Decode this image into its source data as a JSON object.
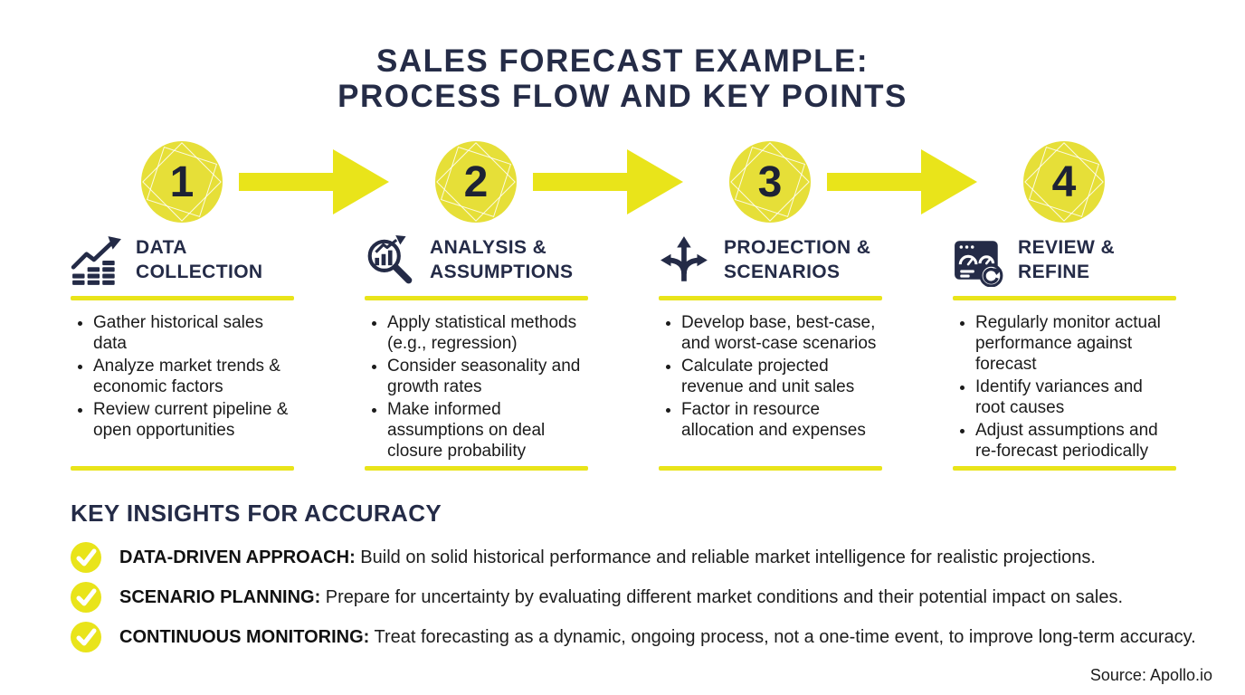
{
  "title": {
    "line1": "SALES FORECAST EXAMPLE:",
    "line2": "PROCESS FLOW AND KEY POINTS"
  },
  "colors": {
    "yellow": "#e9e41a",
    "circle_yellow": "#e6df38",
    "navy": "#242b47",
    "body_text": "#1b1b1b"
  },
  "steps": [
    {
      "number": "1",
      "icon": "bar-chart-growth-icon",
      "title_line1": "DATA",
      "title_line2": "COLLECTION",
      "bullets": [
        "Gather historical sales data",
        "Analyze market trends & economic factors",
        "Review current pipeline & open opportunities"
      ]
    },
    {
      "number": "2",
      "icon": "chart-magnifier-icon",
      "title_line1": "ANALYSIS &",
      "title_line2": "ASSUMPTIONS",
      "bullets": [
        "Apply statistical methods (e.g., regression)",
        "Consider seasonality and growth rates",
        "Make informed assumptions on deal closure probability"
      ]
    },
    {
      "number": "3",
      "icon": "branching-arrows-icon",
      "title_line1": "PROJECTION &",
      "title_line2": "SCENARIOS",
      "bullets": [
        "Develop base, best-case, and worst-case scenarios",
        "Calculate projected revenue and unit sales",
        "Factor in resource allocation and expenses"
      ]
    },
    {
      "number": "4",
      "icon": "dashboard-refresh-icon",
      "title_line1": "REVIEW &",
      "title_line2": "REFINE",
      "bullets": [
        "Regularly monitor actual performance against forecast",
        "Identify variances and root causes",
        "Adjust assumptions and re-forecast periodically"
      ]
    }
  ],
  "insights": {
    "heading": "KEY INSIGHTS FOR ACCURACY",
    "items": [
      {
        "label": "DATA-DRIVEN APPROACH:",
        "text": "Build on solid historical performance and reliable market intelligence for realistic projections."
      },
      {
        "label": "SCENARIO PLANNING:",
        "text": "Prepare for uncertainty by evaluating different market conditions and their potential impact on sales."
      },
      {
        "label": "CONTINUOUS MONITORING:",
        "text": "Treat forecasting as a dynamic, ongoing process, not a one-time event, to improve long-term accuracy."
      }
    ]
  },
  "source": "Source: Apollo.io"
}
